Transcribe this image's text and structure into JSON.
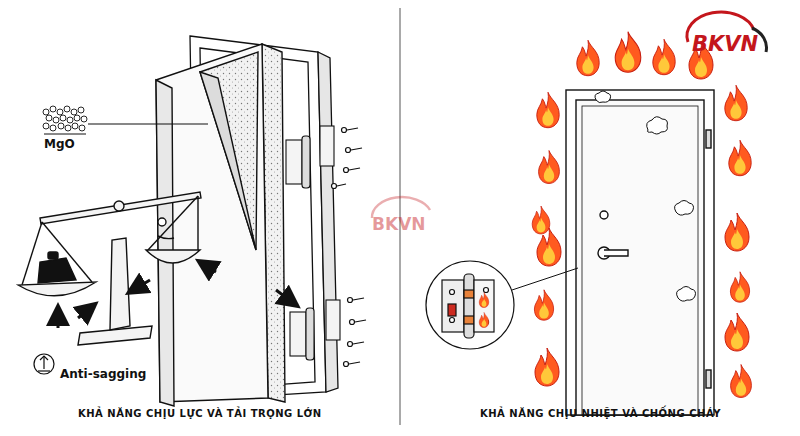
{
  "diagram": {
    "labels": [
      "MgO",
      "Anti-sagging",
      "BKVN",
      "BKVN",
      "KHẢ NĂNG CHỊU LỰC VÀ TẢI TRỌNG LỚN",
      "KHẢ NĂNG CHỊU NHIỆT VÀ CHỐNG CHÁY"
    ]
  }
}
